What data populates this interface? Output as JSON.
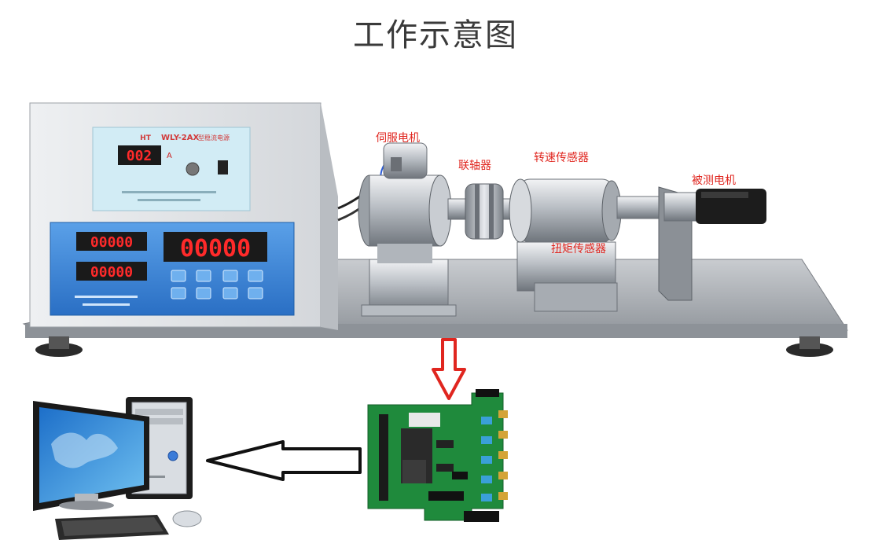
{
  "title": "工作示意图",
  "labels": {
    "servo_motor": "伺服电机",
    "coupling": "联轴器",
    "speed_sensor": "转速传感器",
    "tested_motor": "被测电机",
    "torque_sensor": "扭矩传感器"
  },
  "controller": {
    "model": "WLY-2AX",
    "name": "型稳流电源",
    "current_reading": "002",
    "current_unit": "A",
    "brand": "HT",
    "display_top_left": "00000",
    "display_top_right": "00000",
    "display_bottom_left": "00000"
  },
  "colors": {
    "label_red": "#e0261f",
    "arrow_red": "#e0261f",
    "display_red": "#ff2a2a",
    "panel_blue": "#2f7bd0",
    "pcb_green": "#1f8a3c"
  }
}
